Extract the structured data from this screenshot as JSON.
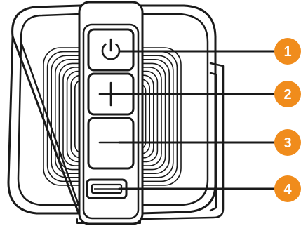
{
  "callouts": [
    {
      "number": "1",
      "control": "power-button"
    },
    {
      "number": "2",
      "control": "volume-up-button"
    },
    {
      "number": "3",
      "control": "volume-down-button"
    },
    {
      "number": "4",
      "control": "usb-port"
    }
  ],
  "colors": {
    "badge": "#f08c1c",
    "outline": "#1a1a1a",
    "background": "#ffffff"
  },
  "icons": {
    "power": "power-icon",
    "plus": "plus-icon",
    "minus": "minus-icon",
    "usb": "usb-port-icon"
  }
}
